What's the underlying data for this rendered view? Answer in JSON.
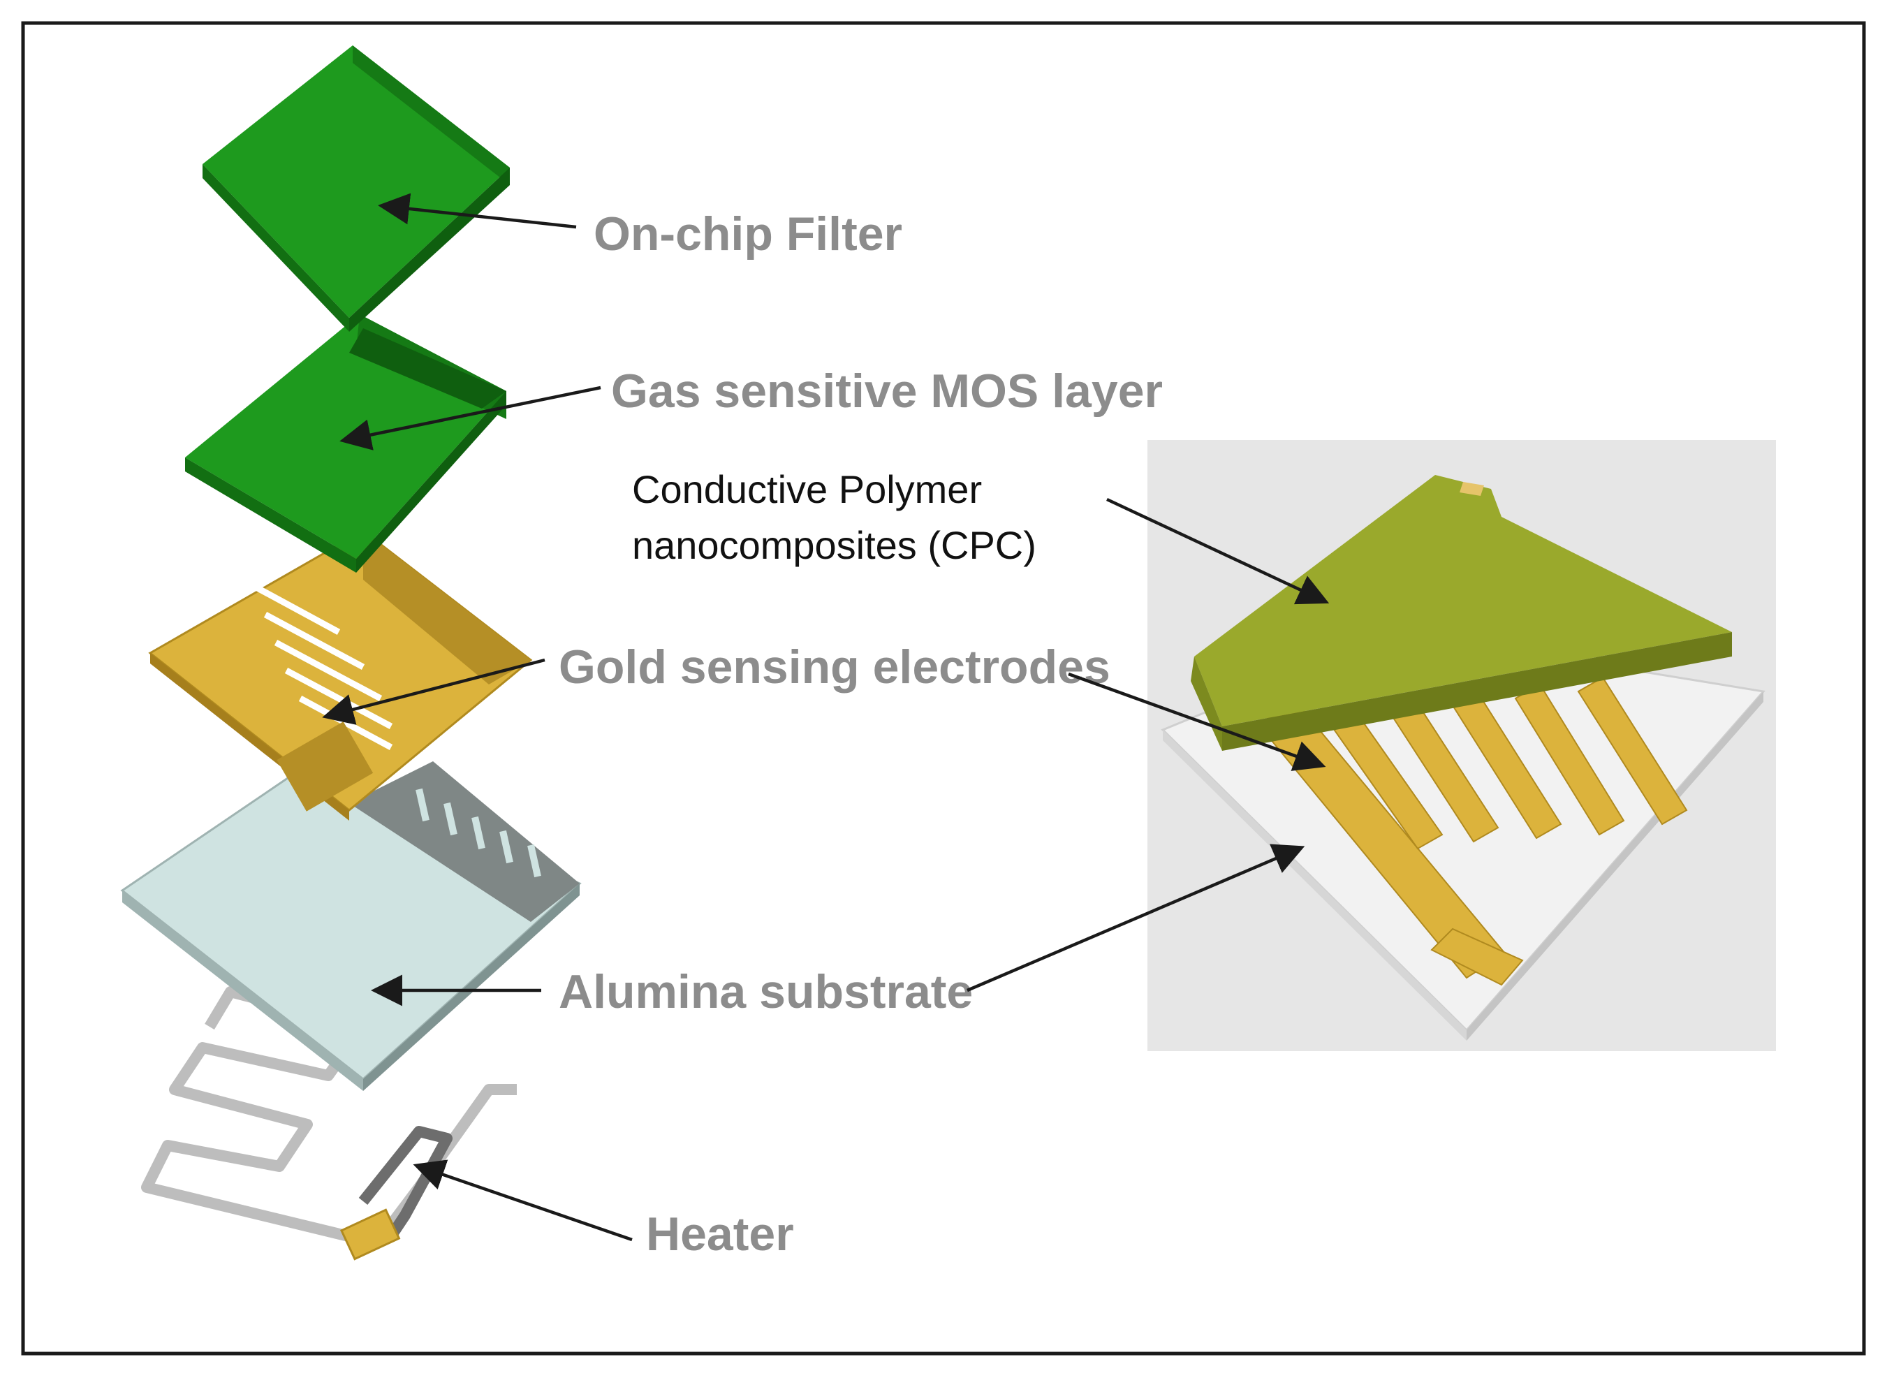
{
  "figure": {
    "left_labels": {
      "filter": "On-chip Filter",
      "mos": "Gas sensitive MOS layer",
      "electrodes": "Gold sensing electrodes",
      "substrate": "Alumina substrate",
      "heater": "Heater"
    },
    "right_labels": {
      "cpc_line1": "Conductive Polymer",
      "cpc_line2": "nanocomposites (CPC)"
    },
    "colors": {
      "green_top": "#1e9a1e",
      "green_side": "#157a15",
      "green_dark": "#0f5f0f",
      "gold": "#dcb33c",
      "gold_dark": "#b08a1f",
      "substrate": "#cfe3e1",
      "substrate_side": "#9fb3b1",
      "heater_gray": "#bdbdbd",
      "cpc_olive": "#9aa92c",
      "cpc_olive_side": "#7c8a1f",
      "panel_bg": "#e6e6e6"
    }
  }
}
